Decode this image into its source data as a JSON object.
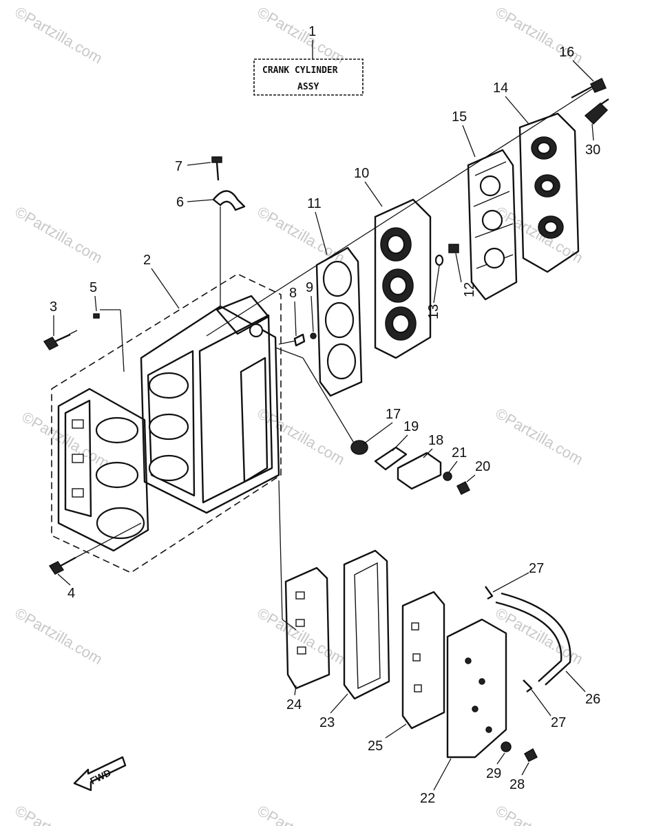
{
  "watermarks": [
    "©Partzilla.com",
    "©Partzilla.com",
    "©Partzilla.com",
    "©Partzilla.com",
    "©Partzilla.com",
    "©Partzilla.com",
    "©Partzilla.com",
    "©Partzilla.com",
    "©Partzilla.com",
    "©Partzilla.com",
    "©Partzilla.com",
    "©Partzilla.com",
    "©Partzilla.com",
    "©Partzilla.com",
    "©Partzilla.com"
  ],
  "title_box": {
    "callout": "1",
    "line1": "CRANK CYLINDER",
    "line2": "ASSY"
  },
  "fwd_label": "FWD",
  "callouts": {
    "c2": "2",
    "c3": "3",
    "c4": "4",
    "c5": "5",
    "c6": "6",
    "c7": "7",
    "c8": "8",
    "c9": "9",
    "c10": "10",
    "c11": "11",
    "c12": "12",
    "c13": "13",
    "c14": "14",
    "c15": "15",
    "c16": "16",
    "c17": "17",
    "c18": "18",
    "c19": "19",
    "c20": "20",
    "c21": "21",
    "c22": "22",
    "c23": "23",
    "c24": "24",
    "c25": "25",
    "c26": "26",
    "c27a": "27",
    "c27b": "27",
    "c28": "28",
    "c29": "29",
    "c30": "30"
  }
}
